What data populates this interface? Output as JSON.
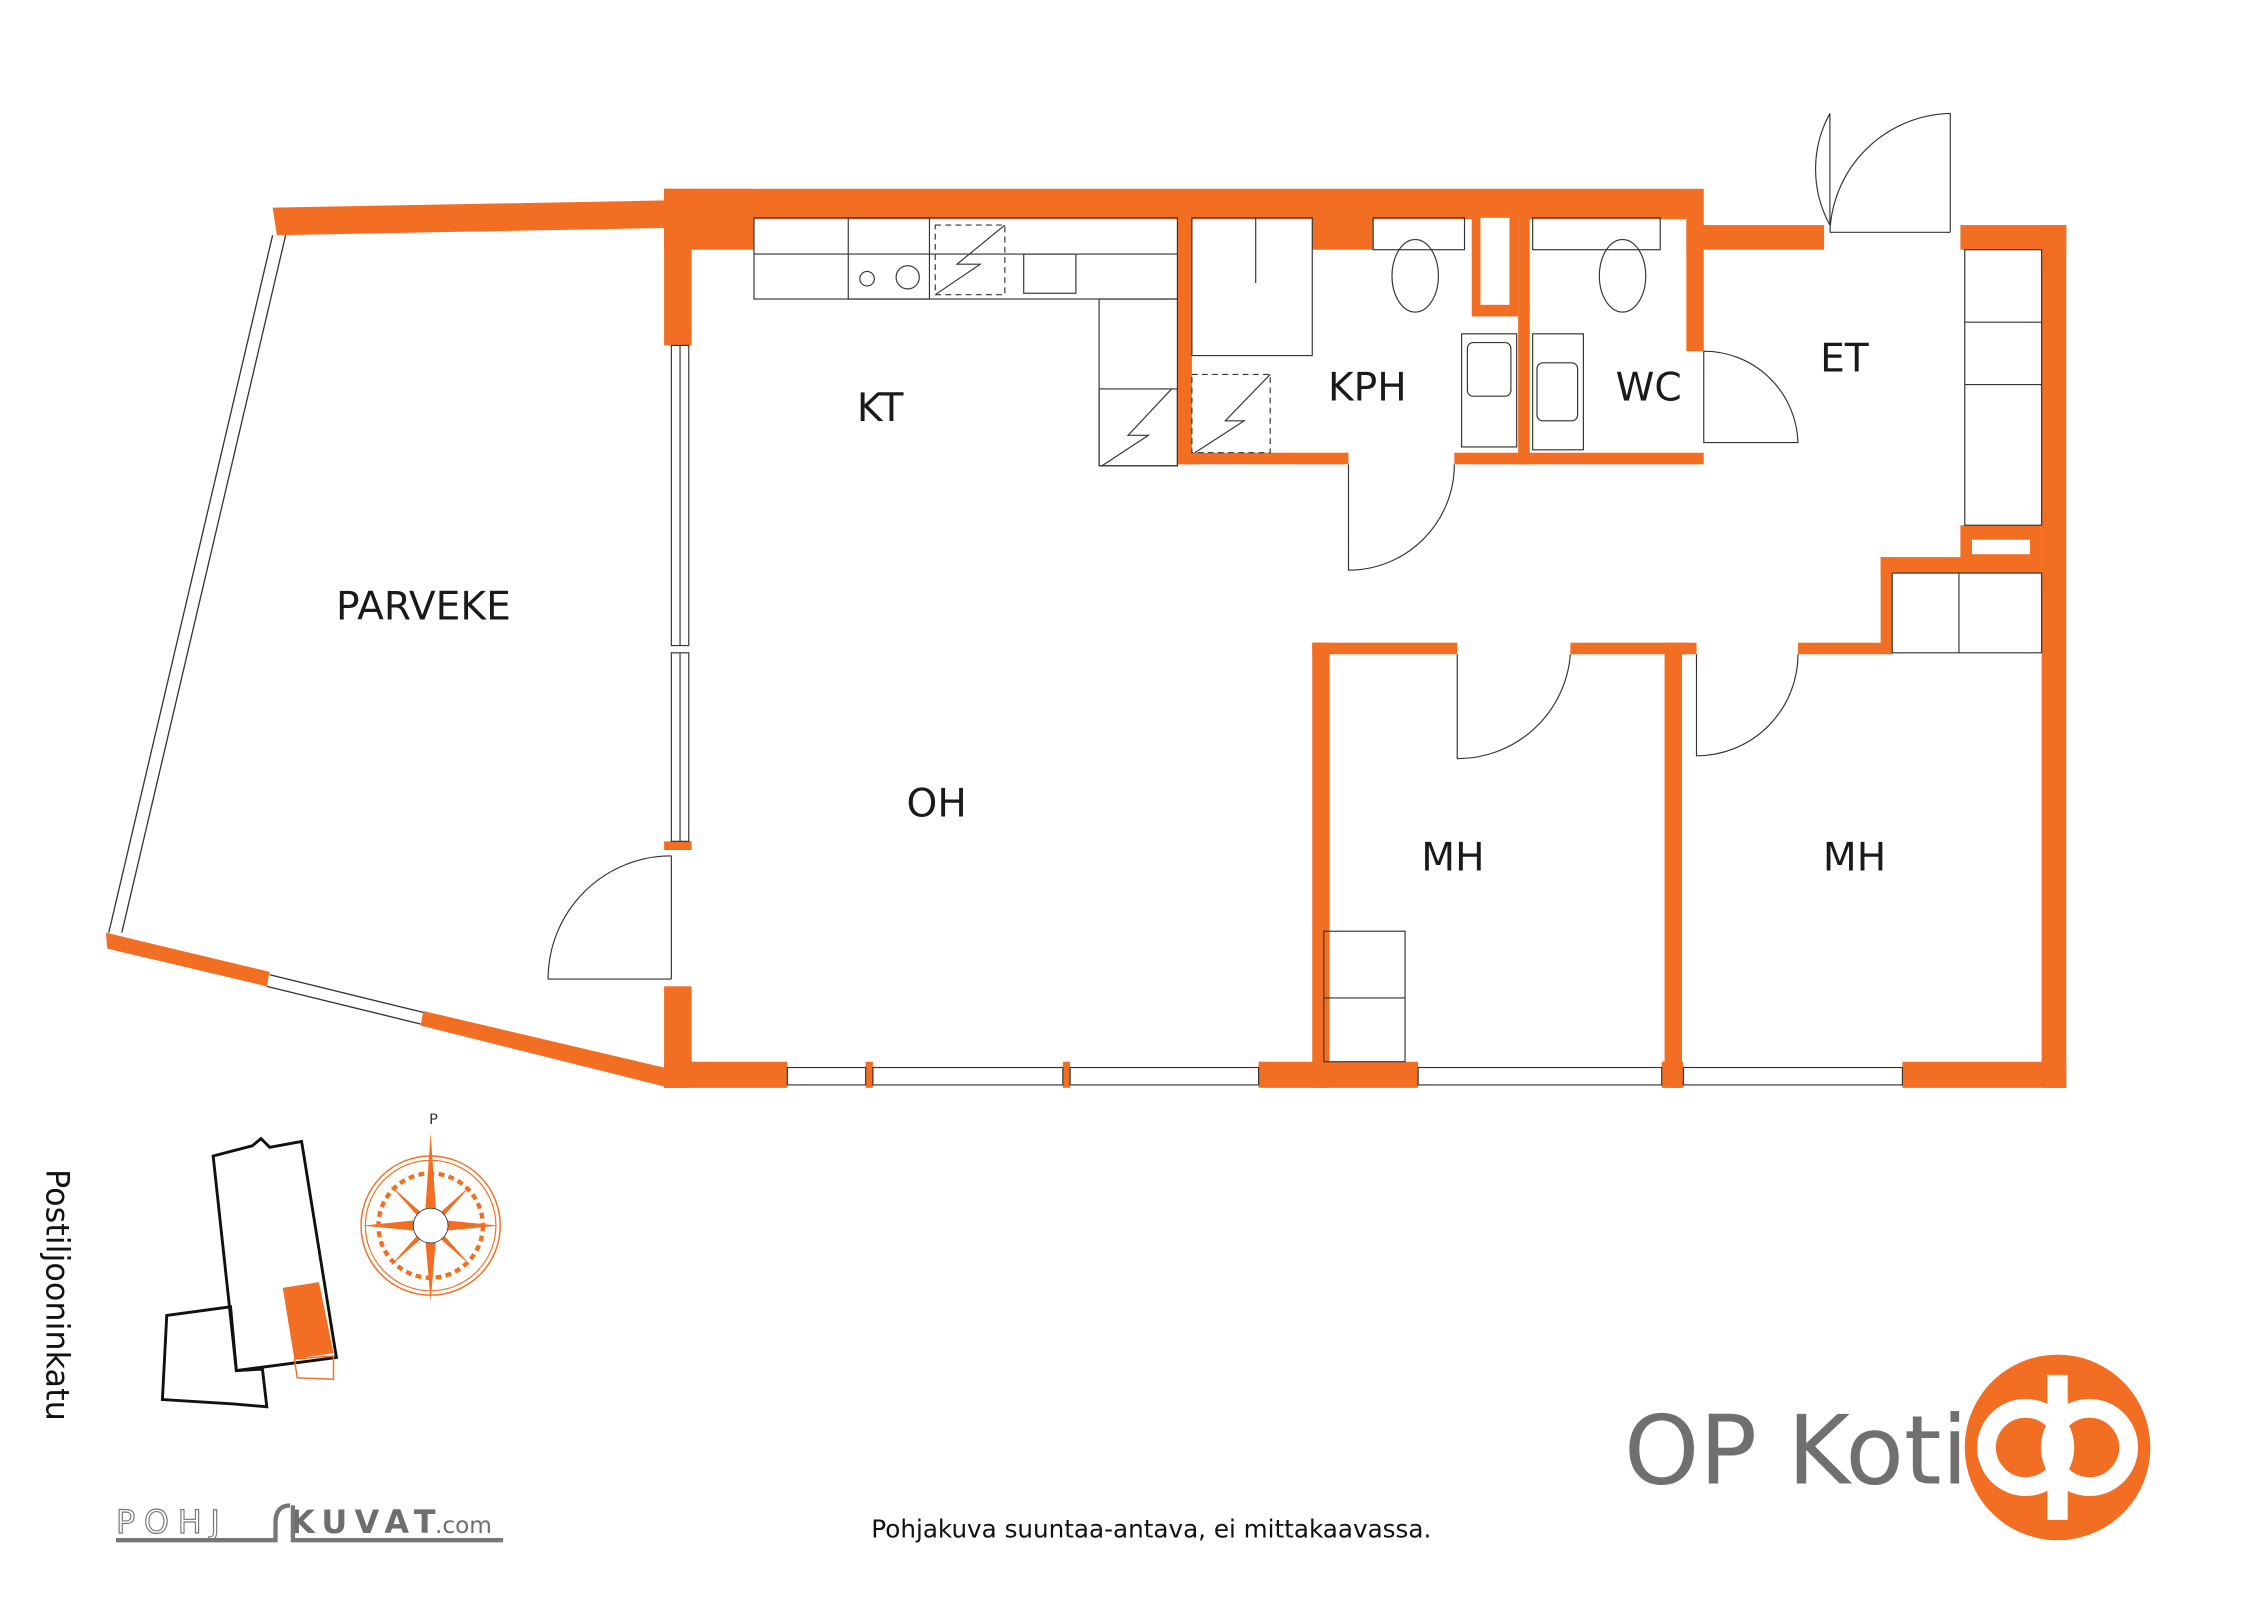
{
  "plan": {
    "rooms": {
      "kt": "KT",
      "kph": "KPH",
      "wc": "WC",
      "et": "ET",
      "parveke": "PARVEKE",
      "oh": "OH",
      "mh1": "MH",
      "mh2": "MH"
    },
    "wall_color": "#F26E22"
  },
  "site_map": {
    "street": "Postiljooninkatu",
    "compass_north": "P"
  },
  "footer": {
    "disclaimer": "Pohjakuva suuntaa-antava, ei mittakaavassa.",
    "pohjakuvat_logo": {
      "left": "POHJ",
      "right": "KUVAT",
      "suffix": ".com"
    },
    "brand": "OP Koti",
    "brand_color": "#F26E22",
    "brand_text_color": "#707070"
  }
}
